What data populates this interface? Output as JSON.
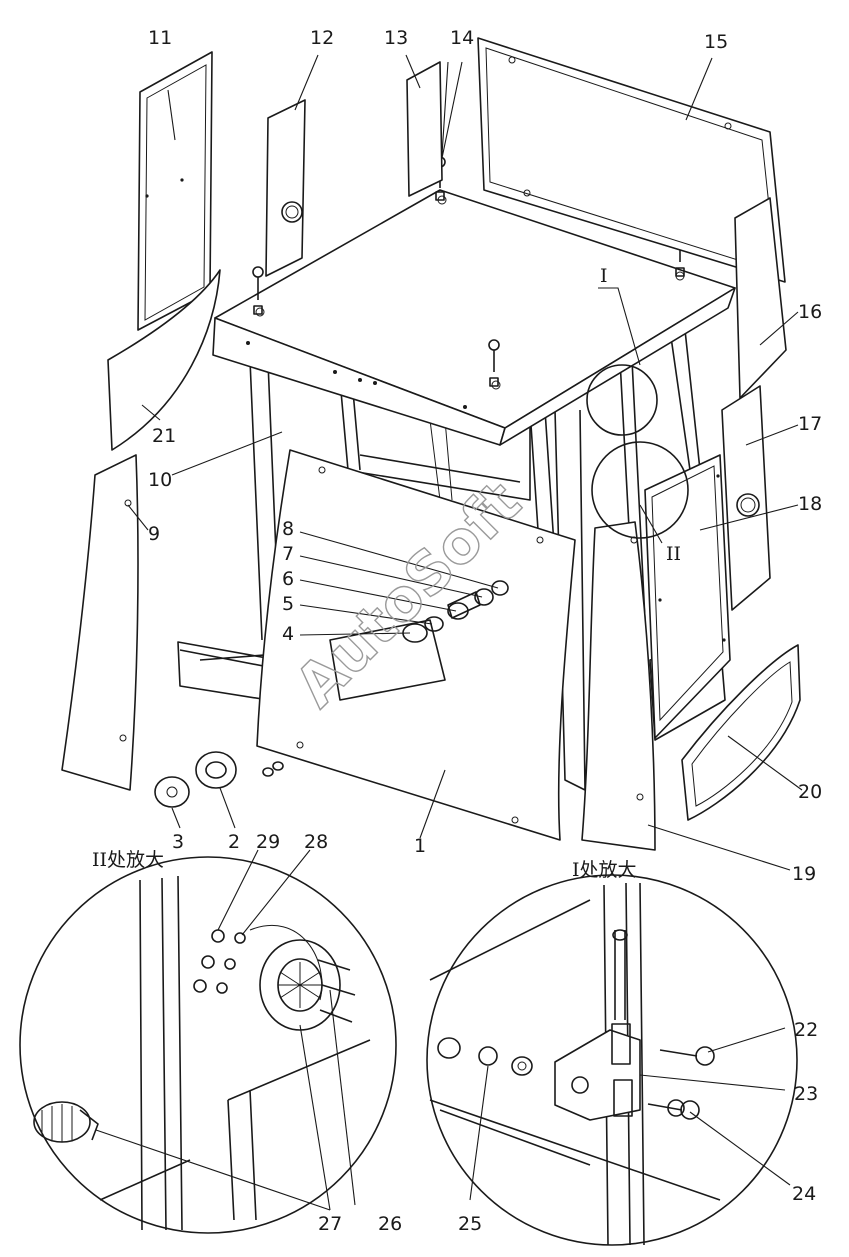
{
  "watermark": "AutoSoft",
  "detail_captions": {
    "detail_2": "II处放大",
    "detail_1": "I处放大"
  },
  "section_marks": {
    "mark_1": "I",
    "mark_2": "II"
  },
  "callouts": {
    "c1": "1",
    "c2": "2",
    "c3": "3",
    "c4": "4",
    "c5": "5",
    "c6": "6",
    "c7": "7",
    "c8": "8",
    "c9": "9",
    "c10": "10",
    "c11": "11",
    "c12": "12",
    "c13": "13",
    "c14": "14",
    "c15": "15",
    "c16": "16",
    "c17": "17",
    "c18": "18",
    "c19": "19",
    "c20": "20",
    "c21": "21",
    "c22": "22",
    "c23": "23",
    "c24": "24",
    "c25": "25",
    "c26": "26",
    "c27": "27",
    "c28": "28",
    "c29": "29"
  },
  "colors": {
    "line": "#1a1a1a",
    "watermark": "#9a9a9a",
    "background": "#ffffff"
  }
}
